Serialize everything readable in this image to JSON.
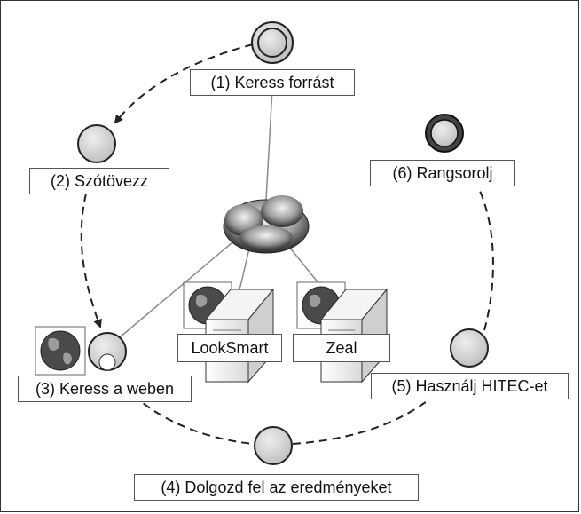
{
  "steps": [
    {
      "id": 1,
      "label": "(1) Keress forrást"
    },
    {
      "id": 2,
      "label": "(2) Szótövezz"
    },
    {
      "id": 3,
      "label": "(3) Keress a weben"
    },
    {
      "id": 4,
      "label": "(4) Dolgozd fel az eredményeket"
    },
    {
      "id": 5,
      "label": "(5) Használj HITEC-et"
    },
    {
      "id": 6,
      "label": "(6) Rangsorolj"
    }
  ],
  "servers": [
    {
      "label": "LookSmart"
    },
    {
      "label": "Zeal"
    }
  ],
  "colors": {
    "node_fill": "#d4d4d4",
    "stroke": "#222222",
    "link": "#8a8a8a"
  },
  "icons": {
    "network": "cloud-icon",
    "server": "server-icon",
    "globe": "globe-icon"
  }
}
